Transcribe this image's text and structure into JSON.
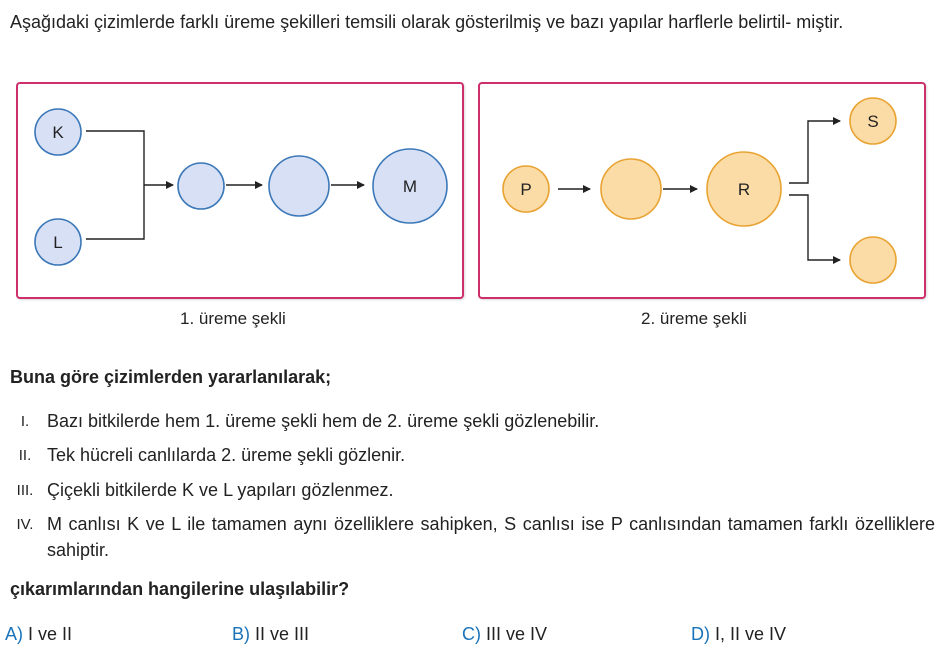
{
  "intro_text": "Aşağıdaki çizimlerde farklı üreme şekilleri temsili olarak gösterilmiş ve bazı yapılar harflerle belirtil- miştir.",
  "colors": {
    "panel_border": "#cc2f6c",
    "blue_fill": "#d7e0f5",
    "blue_stroke": "#3c78b8",
    "orange_fill": "#fbdca7",
    "orange_stroke": "#e8a333",
    "option_letter": "#1a73b9"
  },
  "diagram1": {
    "caption": "1. üreme şekli",
    "labels": {
      "k": "K",
      "l": "L",
      "m": "M"
    }
  },
  "diagram2": {
    "caption": "2. üreme şekli",
    "labels": {
      "p": "P",
      "r": "R",
      "s": "S"
    }
  },
  "question_lead": "Buna göre çizimlerden yararlanılarak;",
  "statements": [
    {
      "num": "I.",
      "text": "Bazı bitkilerde hem 1. üreme şekli hem de 2. üreme şekli gözlenebilir."
    },
    {
      "num": "II.",
      "text": "Tek hücreli canlılarda 2. üreme şekli gözlenir."
    },
    {
      "num": "III.",
      "text": "Çiçekli bitkilerde K ve L yapıları gözlenmez."
    },
    {
      "num": "IV.",
      "text": "M canlısı K ve L ile tamamen aynı özelliklere sahipken, S canlısı ise P canlısından tamamen farklı özelliklere sahiptir."
    }
  ],
  "question_close": "çıkarımlarından hangilerine ulaşılabilir?",
  "options": [
    {
      "letter": "A)",
      "text": "I ve II"
    },
    {
      "letter": "B)",
      "text": "II ve III"
    },
    {
      "letter": "C)",
      "text": "III ve IV"
    },
    {
      "letter": "D)",
      "text": "I, II ve IV"
    }
  ]
}
